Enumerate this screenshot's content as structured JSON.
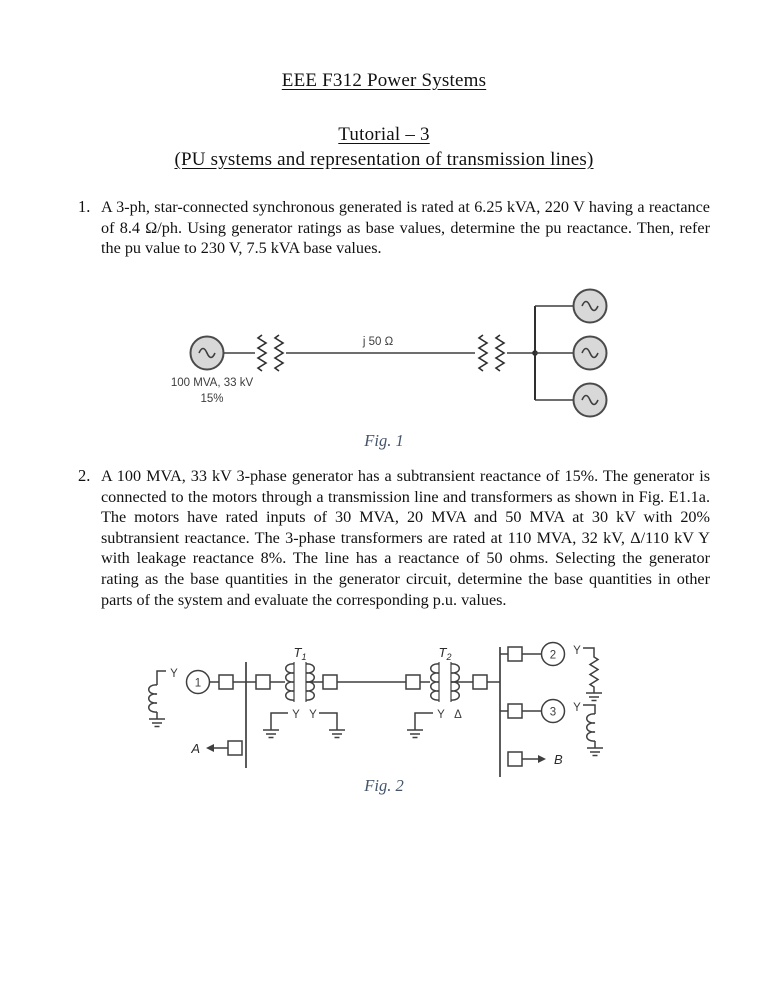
{
  "header": {
    "course_title": "EEE F312 Power Systems",
    "tutorial_title": "Tutorial – 3",
    "tutorial_subtitle": "(PU systems and representation of transmission lines)"
  },
  "problems": [
    {
      "number": "1.",
      "text": "A 3-ph, star-connected synchronous generated is rated at 6.25 kVA, 220 V having a reactance of 8.4 Ω/ph. Using generator ratings as base values, determine the pu reactance. Then, refer the pu value to 230 V, 7.5 kVA base values."
    },
    {
      "number": "2.",
      "text": "A 100 MVA, 33 kV 3-phase generator has a subtransient reactance of 15%. The generator is connected to the motors through a transmission line and transformers as shown in Fig. E1.1a. The motors have rated inputs of 30 MVA, 20 MVA and 50 MVA at 30 kV with 20% subtransient reactance. The 3-phase transformers are rated at 110 MVA, 32 kV, Δ/110 kV Y with leakage reactance 8%. The line has a reactance of 50 ohms. Selecting the generator rating as the base quantities in the generator circuit, determine the base quantities in other parts of the system and evaluate the corresponding p.u. values."
    }
  ],
  "fig1": {
    "caption": "Fig. 1",
    "generator_rating": "100 MVA, 33 kV",
    "generator_reactance": "15%",
    "line_impedance": "j 50 Ω"
  },
  "fig2": {
    "caption": "Fig. 2",
    "generator1": "1",
    "motor2": "2",
    "motor3": "3",
    "transformer1": "T",
    "transformer1_sub": "1",
    "transformer2": "T",
    "transformer2_sub": "2",
    "feeder_a": "A",
    "feeder_b": "B",
    "wye": "Y",
    "delta": "Δ"
  },
  "colors": {
    "caption_blue": "#44546A",
    "diagram_stroke": "#3f3f3f",
    "generator_fill": "#d8d8d8"
  }
}
